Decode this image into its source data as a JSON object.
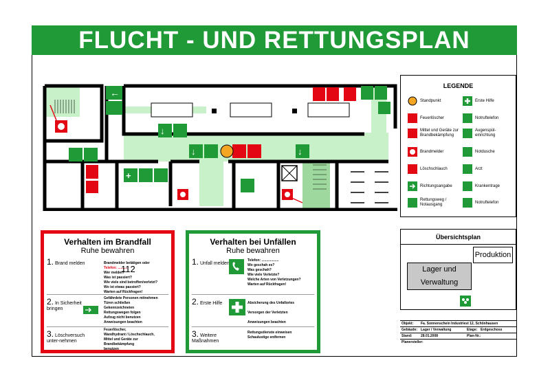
{
  "title": "FLUCHT - UND RETTUNGSPLAN",
  "legend": {
    "title": "LEGENDE",
    "left": [
      "Standpunkt",
      "Feuerlöscher",
      "Mittel und Geräte zur Brandbekämpfung",
      "Brandmelder",
      "Löschschlauch",
      "Richtungsangabe",
      "Rettungsweg / Notausgang"
    ],
    "right": [
      "Erste Hilfe",
      "Notruftelefon",
      "Augenspül-einrichtung",
      "Notdusche",
      "Arzt",
      "Krankentrage",
      "Notruftelefon"
    ]
  },
  "fire_box": {
    "title": "Verhalten im Brandfall",
    "subtitle": "Ruhe bewahren",
    "s1_num": "1.",
    "s1_label": "Brand melden",
    "s1_text": [
      "Brandmelder betätigen oder",
      "Telefon: ..........",
      "Wer meldet?",
      "Was ist passiert?",
      "Wie viele sind betroffen/verletzt?",
      "Wo ist etwas passiert?",
      "Warten auf Rückfragen!"
    ],
    "s1_phone": "112",
    "s2_num": "2.",
    "s2_label": "In Sicherheit bringen",
    "s2_text": [
      "Gefährdete Personen mitnehmen",
      "Türen schließen",
      "Gekennzeichneten",
      "Rettungswegen folgen",
      "Aufzug nicht benutzen",
      "Anweisungen beachten"
    ],
    "s3_num": "3.",
    "s3_label": "Löschversuch unter-nehmen",
    "s3_text": [
      "Feuerlöscher,",
      "Wandhydrant / Löschschlauch,",
      "Mittel und Geräte zur",
      "Brandbekämpfung",
      "benutzen"
    ]
  },
  "accident_box": {
    "title": "Verhalten bei Unfällen",
    "subtitle": "Ruhe bewahren",
    "s1_num": "1.",
    "s1_label": "Unfall melden",
    "s1_text": [
      "Telefon: ..................",
      "Wo geschah es?",
      "Was geschah?",
      "Wie viele Verletzte?",
      "Welche Arten von Verletzungen?",
      "Warten auf Rückfragen!"
    ],
    "s2_num": "2.",
    "s2_label": "Erste Hilfe",
    "s2_text": [
      "Absicherung des Unfallortes",
      "Versorgen der Verletzten",
      "Anweisungen beachten"
    ],
    "s3_num": "3.",
    "s3_label": "Weitere Maßnahmen",
    "s3_text": [
      "Rettungsdienste einweisen",
      "Schaulustige entfernen"
    ]
  },
  "overview": {
    "title": "Übersichtsplan",
    "produktion": "Produktion",
    "lager": "Lager und",
    "verwaltung": "Verwaltung"
  },
  "info": {
    "objekt_label": "Objekt:",
    "objekt": "Fa. Sonnenschein Industriest 12, Schönhausen",
    "gebaeude_label": "Gebäude:",
    "gebaeude": "Lager / Verwaltung",
    "etage_label": "Etage:",
    "etage": "Erdgeschoss",
    "stand_label": "Stand:",
    "stand": "28.01.2008",
    "plan_label": "Plan-Nr.:",
    "ersteller_label": "Planersteller:"
  },
  "colors": {
    "green": "#1f9a37",
    "red": "#e30613",
    "light_green": "#c9f1c9",
    "orange": "#f5a623"
  }
}
